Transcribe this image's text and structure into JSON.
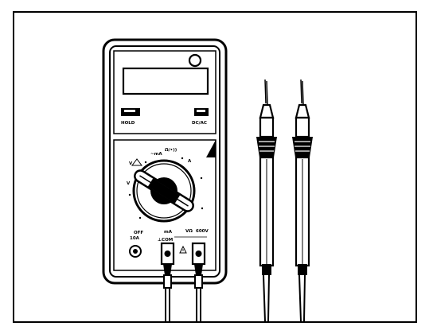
{
  "illustration": {
    "subject": "multimeter-with-test-leads",
    "colors": {
      "ink": "#000000",
      "paper": "#ffffff"
    },
    "meter": {
      "key_left_caption": "HOLD",
      "key_right_caption": "DC/AC",
      "range_labels": [
        "~mA",
        "Ω/•))",
        "V",
        "A",
        "V",
        "OFF",
        "mA"
      ],
      "jack_labels": [
        "10A",
        "⊥COM",
        "VΩ",
        "600V"
      ]
    }
  }
}
